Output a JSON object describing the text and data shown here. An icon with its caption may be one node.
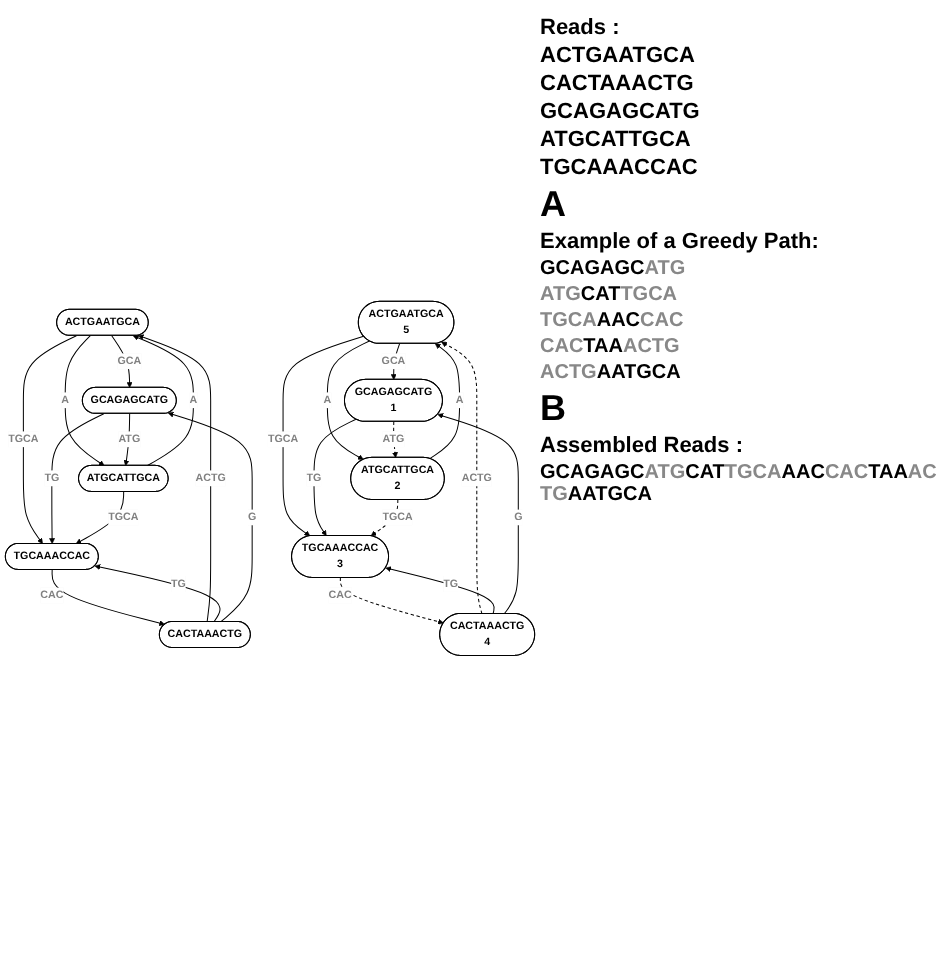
{
  "diagram": {
    "nodes": [
      {
        "text": [
          "ACTGAATGCA"
        ]
      },
      {
        "text": [
          "CACTAAACTG"
        ]
      },
      {
        "text": [
          "TGCAAACCAC"
        ]
      },
      {
        "text": [
          "GCAGAGCATG"
        ]
      },
      {
        "text": [
          "ATGCATTGCA"
        ]
      },
      {
        "text": [
          "ACTGAATGCA",
          "5"
        ]
      },
      {
        "text": [
          "CACTAAACTG",
          "4"
        ]
      },
      {
        "text": [
          "TGCAAACCAC",
          "3"
        ]
      },
      {
        "text": [
          "GCAGAGCATG",
          "1"
        ]
      },
      {
        "text": [
          "ATGCATTGCA",
          "2"
        ]
      }
    ],
    "edges": [
      {
        "from": 1,
        "to": 0,
        "arrow": "to",
        "label": "ACTG"
      },
      {
        "from": 0,
        "to": 3,
        "arrow": "to",
        "label": "GCA"
      },
      {
        "from": 0,
        "to": 2,
        "arrow": "to",
        "label": "TGCA"
      },
      {
        "from": 0,
        "to": 4,
        "arrow": "to",
        "label": "A"
      },
      {
        "from": 4,
        "to": 0,
        "arrow": "to",
        "label": "A"
      },
      {
        "from": 1,
        "to": 2,
        "arrow": "to",
        "label": "TG"
      },
      {
        "from": 2,
        "to": 1,
        "arrow": "to",
        "label": "CAC"
      },
      {
        "from": 1,
        "to": 3,
        "arrow": "to",
        "label": "G"
      },
      {
        "from": 3,
        "to": 2,
        "arrow": "to",
        "label": "TG"
      },
      {
        "from": 3,
        "to": 4,
        "arrow": "to",
        "label": "ATG"
      },
      {
        "from": 4,
        "to": 2,
        "arrow": "to",
        "label": "TGCA"
      },
      {
        "from": 6,
        "to": 5,
        "arrow": "to",
        "label": "ACTG",
        "style": "dashed"
      },
      {
        "from": 5,
        "to": 8,
        "arrow": "to",
        "label": "GCA"
      },
      {
        "from": 5,
        "to": 7,
        "arrow": "to",
        "label": "TGCA"
      },
      {
        "from": 5,
        "to": 9,
        "arrow": "to",
        "label": "A"
      },
      {
        "from": 9,
        "to": 5,
        "arrow": "to",
        "label": "A"
      },
      {
        "from": 6,
        "to": 7,
        "arrow": "to",
        "label": "TG"
      },
      {
        "from": 7,
        "to": 6,
        "arrow": "to",
        "label": "CAC",
        "style": "dashed"
      },
      {
        "from": 6,
        "to": 8,
        "arrow": "to",
        "label": "G"
      },
      {
        "from": 8,
        "to": 7,
        "arrow": "to",
        "label": "TG"
      },
      {
        "from": 8,
        "to": 9,
        "arrow": "to",
        "label": "ATG",
        "style": "dashed"
      },
      {
        "from": 9,
        "to": 7,
        "arrow": "to",
        "label": "TGCA",
        "style": "dashed"
      }
    ],
    "labels": [
      "Reads :",
      "ACTGAATGCA",
      "CACTAAACTG",
      "GCAGAGCATG",
      "ATGCATTGCA",
      "TGCAAACCAC",
      "A",
      "Example of a Greedy Path:",
      "**GCAGAGC**ATG",
      "ATG**CAT**TGCA",
      "TGCA**AAC**CAC",
      "CAC**TAA**ACTG",
      "ACTG**AATGCA**",
      "B",
      "Assembled Reads :",
      "**GCAGAGC**ATG**CAT**TGCA**AAC**CAC**TAA**ACTG**AATGCA**"
    ]
  }
}
